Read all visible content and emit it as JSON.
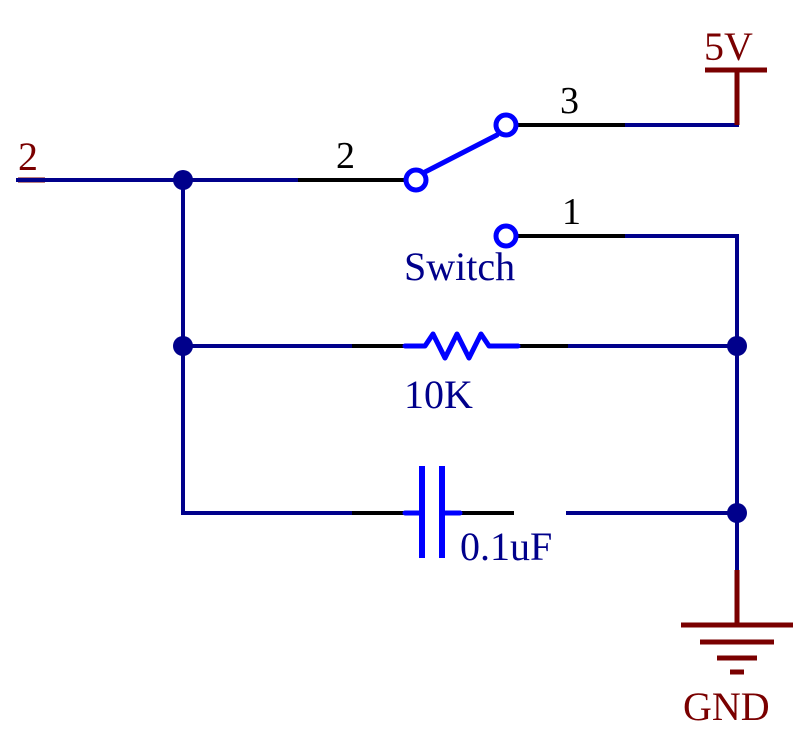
{
  "net_label": "2",
  "power": {
    "label": "5V"
  },
  "ground": {
    "label": "GND"
  },
  "switch": {
    "name": "Switch",
    "pin_common": "2",
    "pin_throw_a": "3",
    "pin_throw_b": "1"
  },
  "resistor": {
    "value": "10K"
  },
  "capacitor": {
    "value": "0.1uF"
  },
  "colors": {
    "wire": "#00008b",
    "component": "#0000ff",
    "pin": "#000000",
    "power": "#7a0000"
  }
}
